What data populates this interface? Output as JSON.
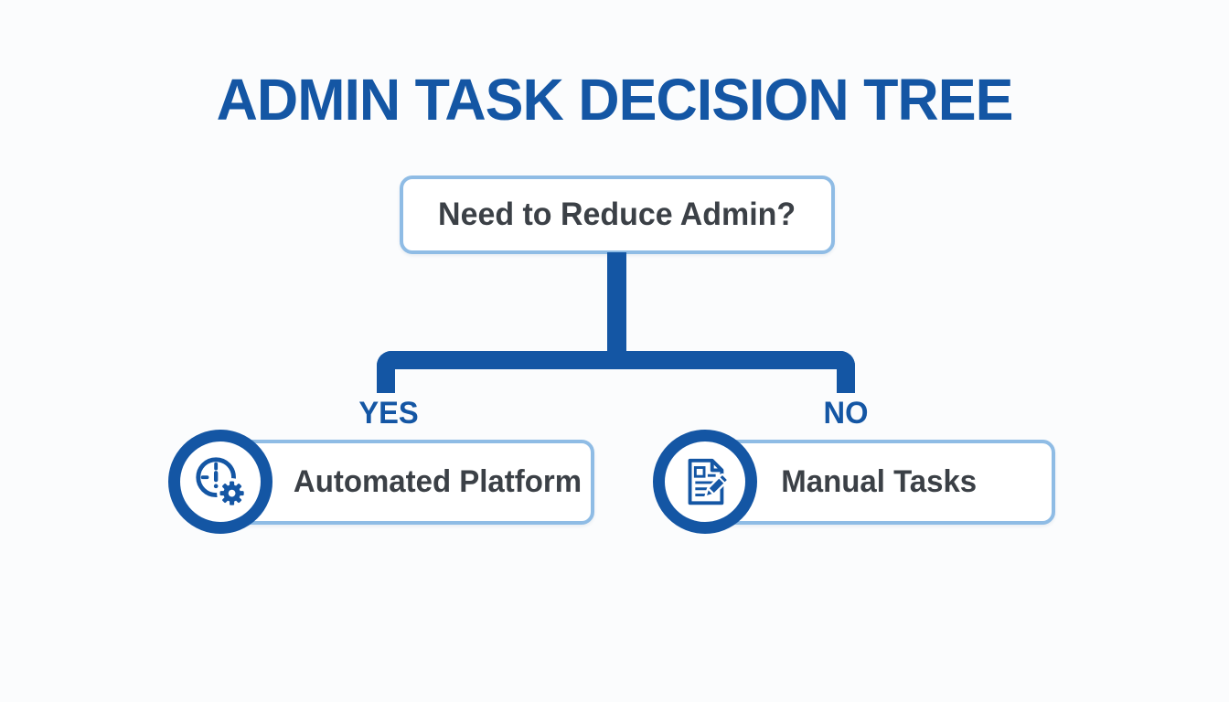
{
  "title": "ADMIN TASK DECISION TREE",
  "root_node": {
    "label": "Need to Reduce Admin?"
  },
  "branches": [
    {
      "id": "yes",
      "answer_label": "YES",
      "node_label": "Automated Platform",
      "icon": "clock-gear-icon"
    },
    {
      "id": "no",
      "answer_label": "NO",
      "node_label": "Manual Tasks",
      "icon": "document-pencil-icon"
    }
  ],
  "colors": {
    "brand_blue": "#1456a4",
    "light_border_blue": "#8fbce5",
    "text_dark": "#3b4046",
    "background": "#fbfcfd"
  }
}
